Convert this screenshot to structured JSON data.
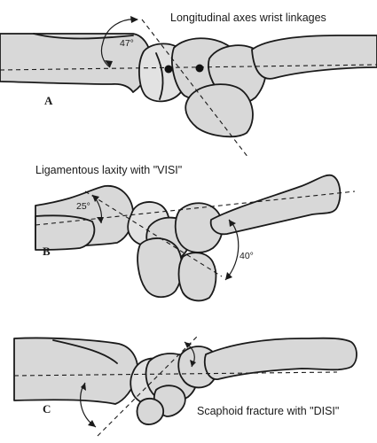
{
  "panels": [
    {
      "letter": "A",
      "caption": "Longitudinal axes wrist linkages",
      "angles": [
        "47°"
      ]
    },
    {
      "letter": "B",
      "caption": "Ligamentous laxity with \"VISI\"",
      "angles": [
        "25°",
        "40°"
      ]
    },
    {
      "letter": "C",
      "caption": "Scaphoid fracture with \"DISI\"",
      "angles": []
    }
  ],
  "icons": [
    "wrist-linkage-illustration"
  ],
  "colors": {
    "bone_fill": "#d8d8d8",
    "line": "#1a1a1a",
    "background": "#ffffff"
  }
}
